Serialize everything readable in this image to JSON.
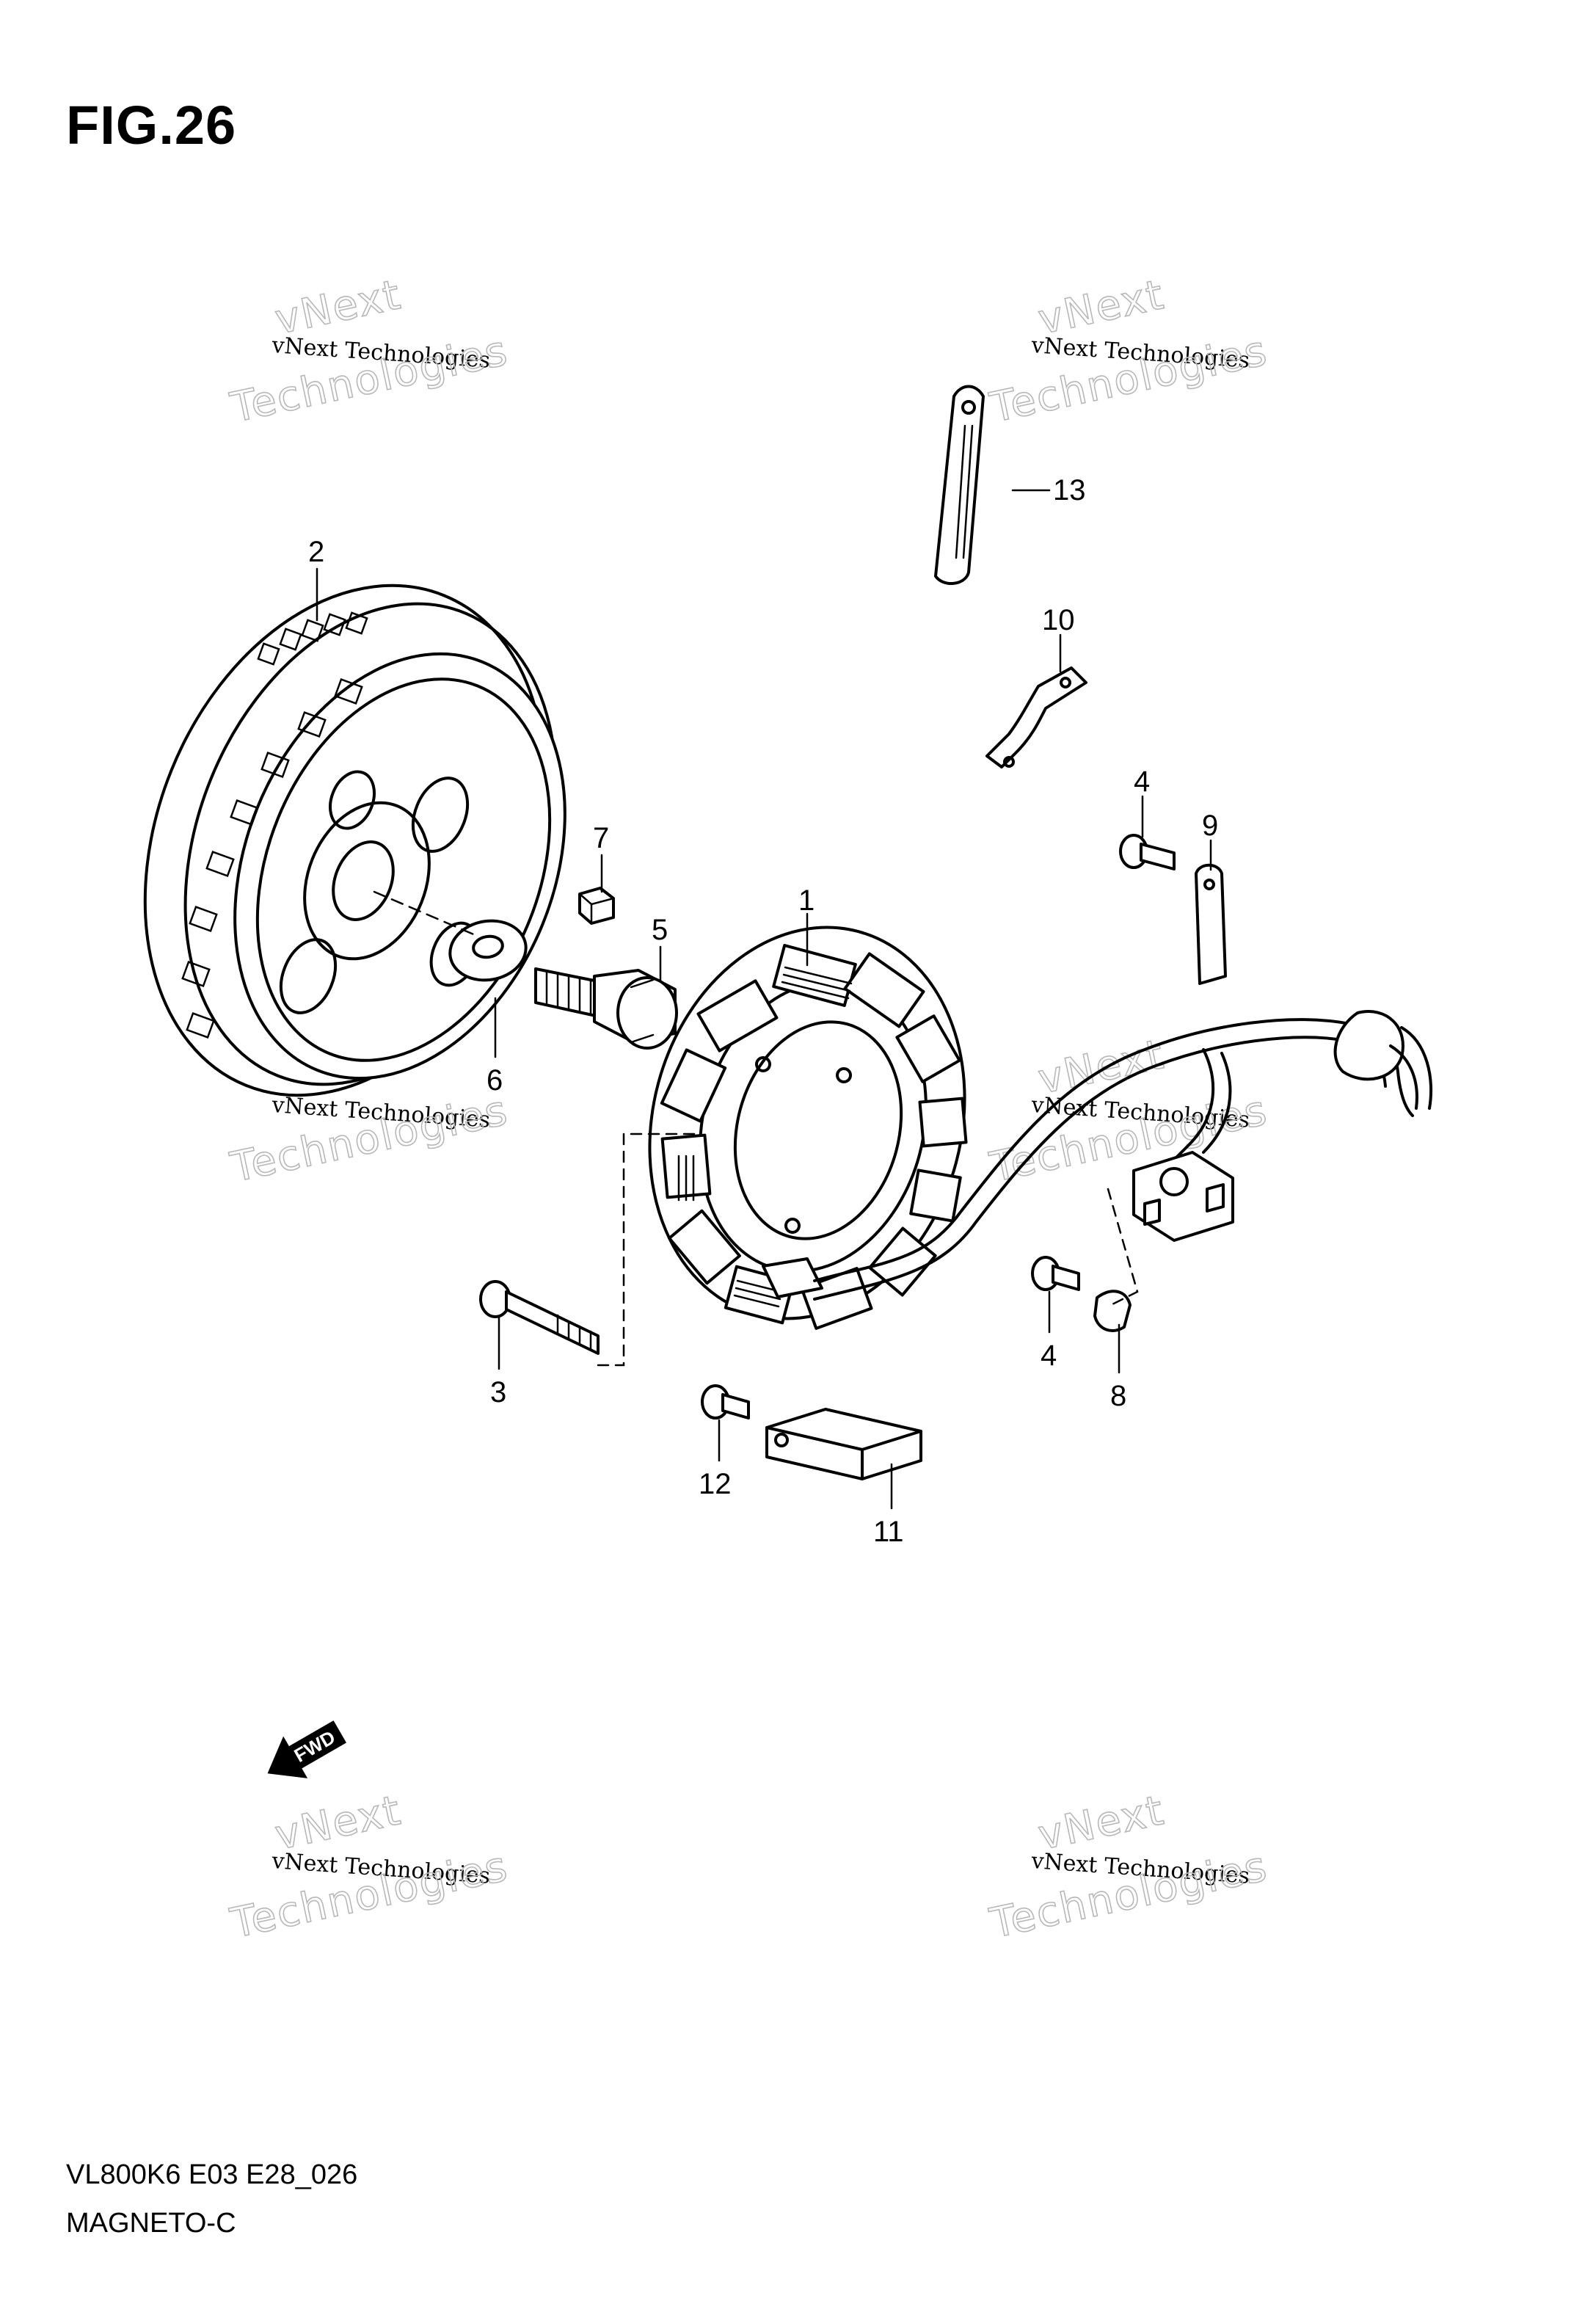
{
  "figure": {
    "title": "FIG.26"
  },
  "footer": {
    "code": "VL800K6 E03 E28_026",
    "name": "MAGNETO-C"
  },
  "watermark": {
    "line1": "vNext",
    "line2": "vNext Technologies",
    "line3": "Technologies"
  },
  "fwd_label": "FWD",
  "callouts": [
    "1",
    "2",
    "3",
    "4",
    "4",
    "5",
    "6",
    "7",
    "8",
    "9",
    "10",
    "11",
    "12",
    "13"
  ]
}
